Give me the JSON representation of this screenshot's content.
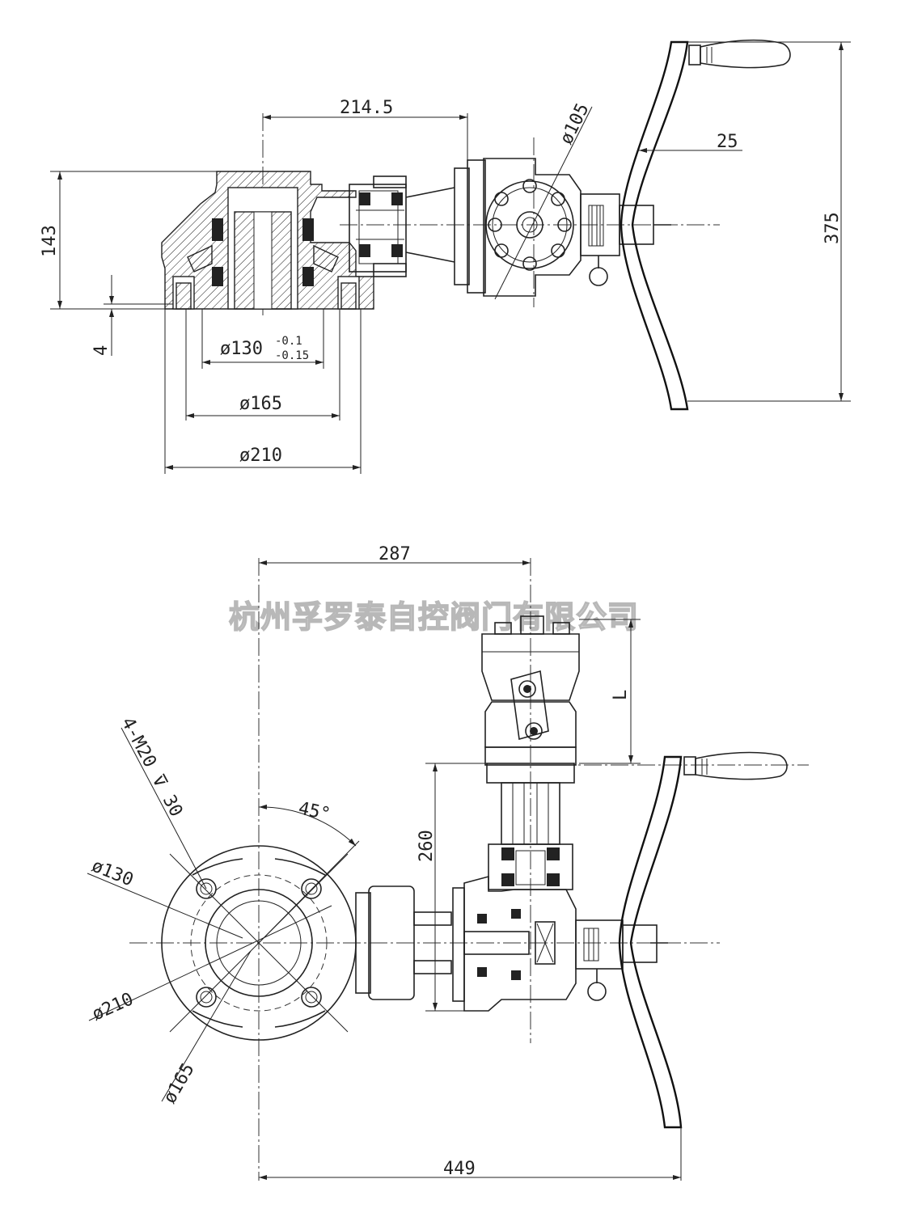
{
  "watermark": "杭州孚罗泰自控阀门有限公司",
  "top_view": {
    "dims": {
      "d214_5": "214.5",
      "d105": "ø105",
      "d25": "25",
      "d375": "375",
      "d143": "143",
      "d4": "4",
      "d130_main": "ø130",
      "d130_tol_upper": "-0.1",
      "d130_tol_lower": "-0.15",
      "d165": "ø165",
      "d210": "ø210"
    }
  },
  "bottom_view": {
    "dims": {
      "d287": "287",
      "dL": "L",
      "d260": "260",
      "d45": "45°",
      "bolt_spec": "4-M20 ⊽ 30",
      "d130": "ø130",
      "d210": "ø210",
      "d165": "ø165",
      "d449": "449"
    }
  }
}
